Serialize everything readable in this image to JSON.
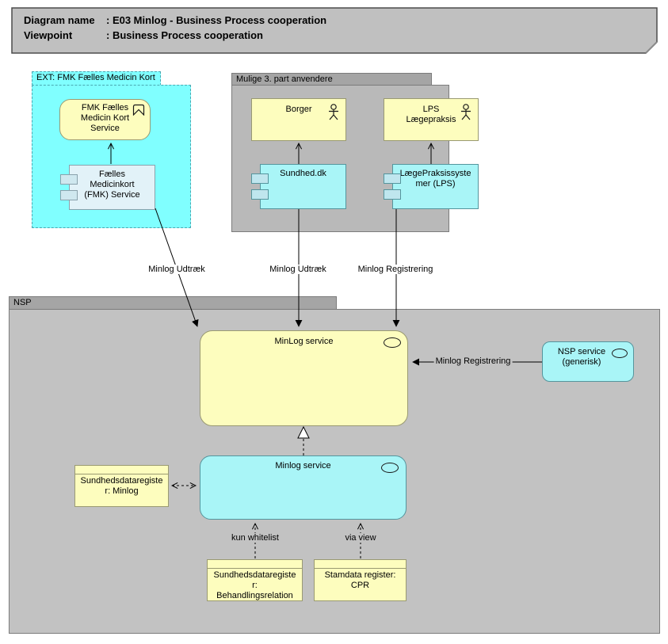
{
  "colors": {
    "page_bg": "#ffffff",
    "title_fill": "#c0c0c0",
    "title_border": "#4c4c4c",
    "aqua_group": "#80ffff",
    "aqua_border": "#4aa8b2",
    "gray_tab": "#a5a5a5",
    "gray_body_mulige": "#b9b9b9",
    "gray_body_nsp": "#c2c2c2",
    "gray_border": "#7c7c7c",
    "yellow_fill": "#fdfdbe",
    "yellow_border": "#9a9a72",
    "cyan_fill": "#a9f5f7",
    "cyan_border": "#55959d",
    "light_comp_fill": "#e2f2f8",
    "comp_tab_fill": "#bfe6ee",
    "line_color": "#000000"
  },
  "title_block": {
    "rows": [
      {
        "label": "Diagram name",
        "value": ": E03 Minlog - Business Process cooperation"
      },
      {
        "label": "Viewpoint",
        "value": ": Business Process cooperation"
      }
    ]
  },
  "groups": {
    "ext_fmk": {
      "label": "EXT: FMK Fælles Medicin Kort"
    },
    "mulige": {
      "label": "Mulige 3. part anvendere"
    },
    "nsp": {
      "label": "NSP"
    }
  },
  "nodes": {
    "fmk_function": {
      "label": "FMK Fælles\nMedicin Kort\nService"
    },
    "fmk_component": {
      "label": "Fælles\nMedicinkort\n(FMK) Service"
    },
    "borger": {
      "label": "Borger"
    },
    "lps_actor": {
      "label": "LPS\nLægepraksis"
    },
    "sundhed_dk": {
      "label": "Sundhed.dk"
    },
    "lps_system": {
      "label": "LægePraksissyste\nmer (LPS)"
    },
    "minlog_service_app": {
      "label": "MinLog service"
    },
    "nsp_service": {
      "label": "NSP service\n(generisk)"
    },
    "minlog_service_impl": {
      "label": "Minlog service"
    },
    "sdr_minlog": {
      "label": "Sundhedsdataregiste\nr: Minlog"
    },
    "sdr_behandling": {
      "label": "Sundhedsdataregiste\nr:\nBehandlingsrelation"
    },
    "stamdata_cpr": {
      "label": "Stamdata register:\nCPR"
    }
  },
  "relations": {
    "fmk_udtraek": {
      "label": "Minlog Udtræk"
    },
    "sundhed_udtraek": {
      "label": "Minlog Udtræk"
    },
    "lps_registrering": {
      "label": "Minlog Registrering"
    },
    "nsp_registrering": {
      "label": "Minlog Registrering"
    },
    "kun_whitelist": {
      "label": "kun whitelist"
    },
    "via_view": {
      "label": "via view"
    }
  },
  "icons": {
    "function_icon": "chevron-banner-outline",
    "actor_icon": "stick-figure",
    "component_icon": "two-left-tabs",
    "service_icon": "oval-outline"
  }
}
